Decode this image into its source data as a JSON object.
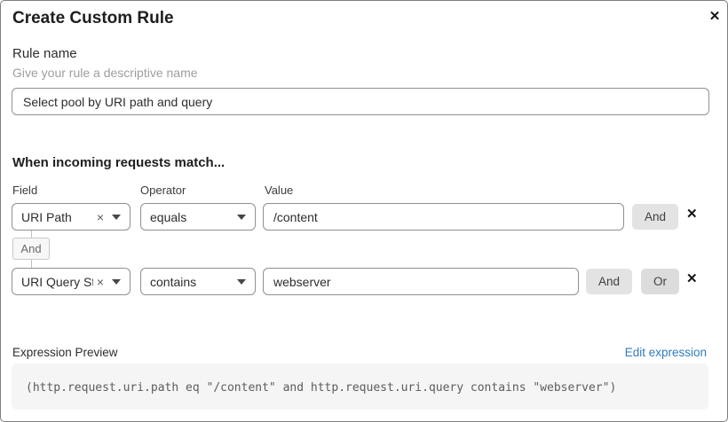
{
  "dialog": {
    "title": "Create Custom Rule"
  },
  "icons": {
    "close": "✕",
    "delete_row": "✕",
    "clear_selection": "×"
  },
  "rule_name": {
    "label": "Rule name",
    "helper": "Give your rule a descriptive name",
    "value": "Select pool by URI path and query"
  },
  "matcher": {
    "heading": "When incoming requests match...",
    "columns": {
      "field": "Field",
      "operator": "Operator",
      "value": "Value"
    },
    "rows": [
      {
        "field": "URI Path",
        "operator": "equals",
        "value": "/content",
        "and_label": "And"
      },
      {
        "field": "URI Query St...",
        "operator": "contains",
        "value": "webserver",
        "and_label": "And",
        "or_label": "Or"
      }
    ],
    "connector_label": "And"
  },
  "expression": {
    "label": "Expression Preview",
    "edit_link": "Edit expression",
    "code": "(http.request.uri.path eq \"/content\" and http.request.uri.query contains \"webserver\")"
  },
  "colors": {
    "link_blue": "#2f7bbd",
    "button_gray": "#e3e3e3",
    "code_background": "#f5f5f5"
  }
}
